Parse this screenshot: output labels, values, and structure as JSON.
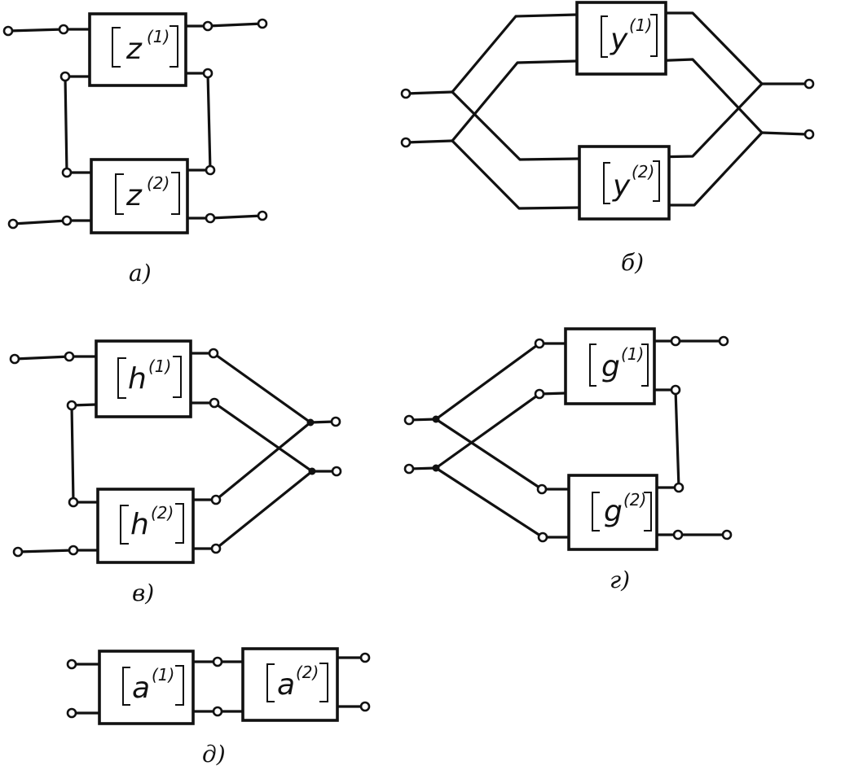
{
  "figure": {
    "panels": [
      {
        "id": "a",
        "caption": "а)",
        "connection": "series",
        "blocks": [
          {
            "symbol": "z",
            "index": "(1)"
          },
          {
            "symbol": "z",
            "index": "(2)"
          }
        ]
      },
      {
        "id": "b",
        "caption": "б)",
        "connection": "parallel",
        "blocks": [
          {
            "symbol": "y",
            "index": "(1)"
          },
          {
            "symbol": "y",
            "index": "(2)"
          }
        ]
      },
      {
        "id": "v",
        "caption": "в)",
        "connection": "series-parallel",
        "blocks": [
          {
            "symbol": "h",
            "index": "(1)"
          },
          {
            "symbol": "h",
            "index": "(2)"
          }
        ]
      },
      {
        "id": "g",
        "caption": "г)",
        "connection": "parallel-series",
        "blocks": [
          {
            "symbol": "g",
            "index": "(1)"
          },
          {
            "symbol": "g",
            "index": "(2)"
          }
        ]
      },
      {
        "id": "d",
        "caption": "д)",
        "connection": "cascade",
        "blocks": [
          {
            "symbol": "a",
            "index": "(1)"
          },
          {
            "symbol": "a",
            "index": "(2)"
          }
        ]
      }
    ]
  }
}
